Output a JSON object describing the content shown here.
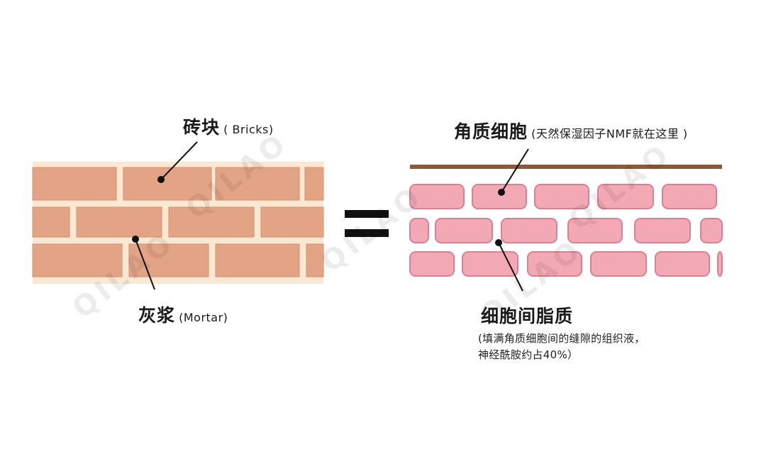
{
  "left": {
    "bricks_label": "砖块",
    "bricks_en": "( Bricks)",
    "mortar_label": "灰浆",
    "mortar_en": "(Mortar)"
  },
  "equals_sign": "=",
  "right": {
    "cells_label": "角质细胞",
    "cells_note": "(天然保湿因子NMF就在这里 )",
    "lipid_label": "细胞间脂质",
    "lipid_note_line1": "(填满角质细胞间的缝隙的组织液，",
    "lipid_note_line2": "神经酰胺约占40%）"
  },
  "watermark": "QILAO",
  "colors": {
    "brick": "#e3a486",
    "brick_edge": "#d08f70",
    "mortar": "#fbe8d2",
    "cell": "#f3a9b5",
    "cell_edge": "#d9818f",
    "lipid_bg": "#ffffff",
    "surface_line": "#8b5a3c",
    "leader": "#111111"
  }
}
